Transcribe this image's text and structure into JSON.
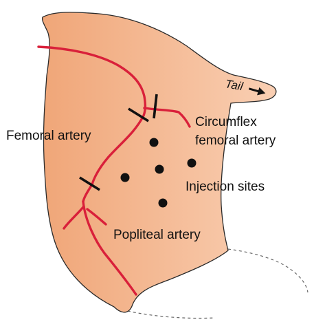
{
  "labels": {
    "tail": "Tail",
    "femoral_artery": "Femoral artery",
    "circumflex_line1": "Circumflex",
    "circumflex_line2": "femoral artery",
    "injection_sites": "Injection sites",
    "popliteal_artery": "Popliteal artery"
  },
  "colors": {
    "limb_fill_left": "#f0a678",
    "limb_fill_right": "#f9cfb3",
    "limb_outline": "#2b2b2b",
    "artery": "#d9203a",
    "ligature": "#111111",
    "injection_dot": "#111111",
    "body_contour": "#666666"
  },
  "icons": {
    "tail_arrow": "arrow-right-icon"
  }
}
